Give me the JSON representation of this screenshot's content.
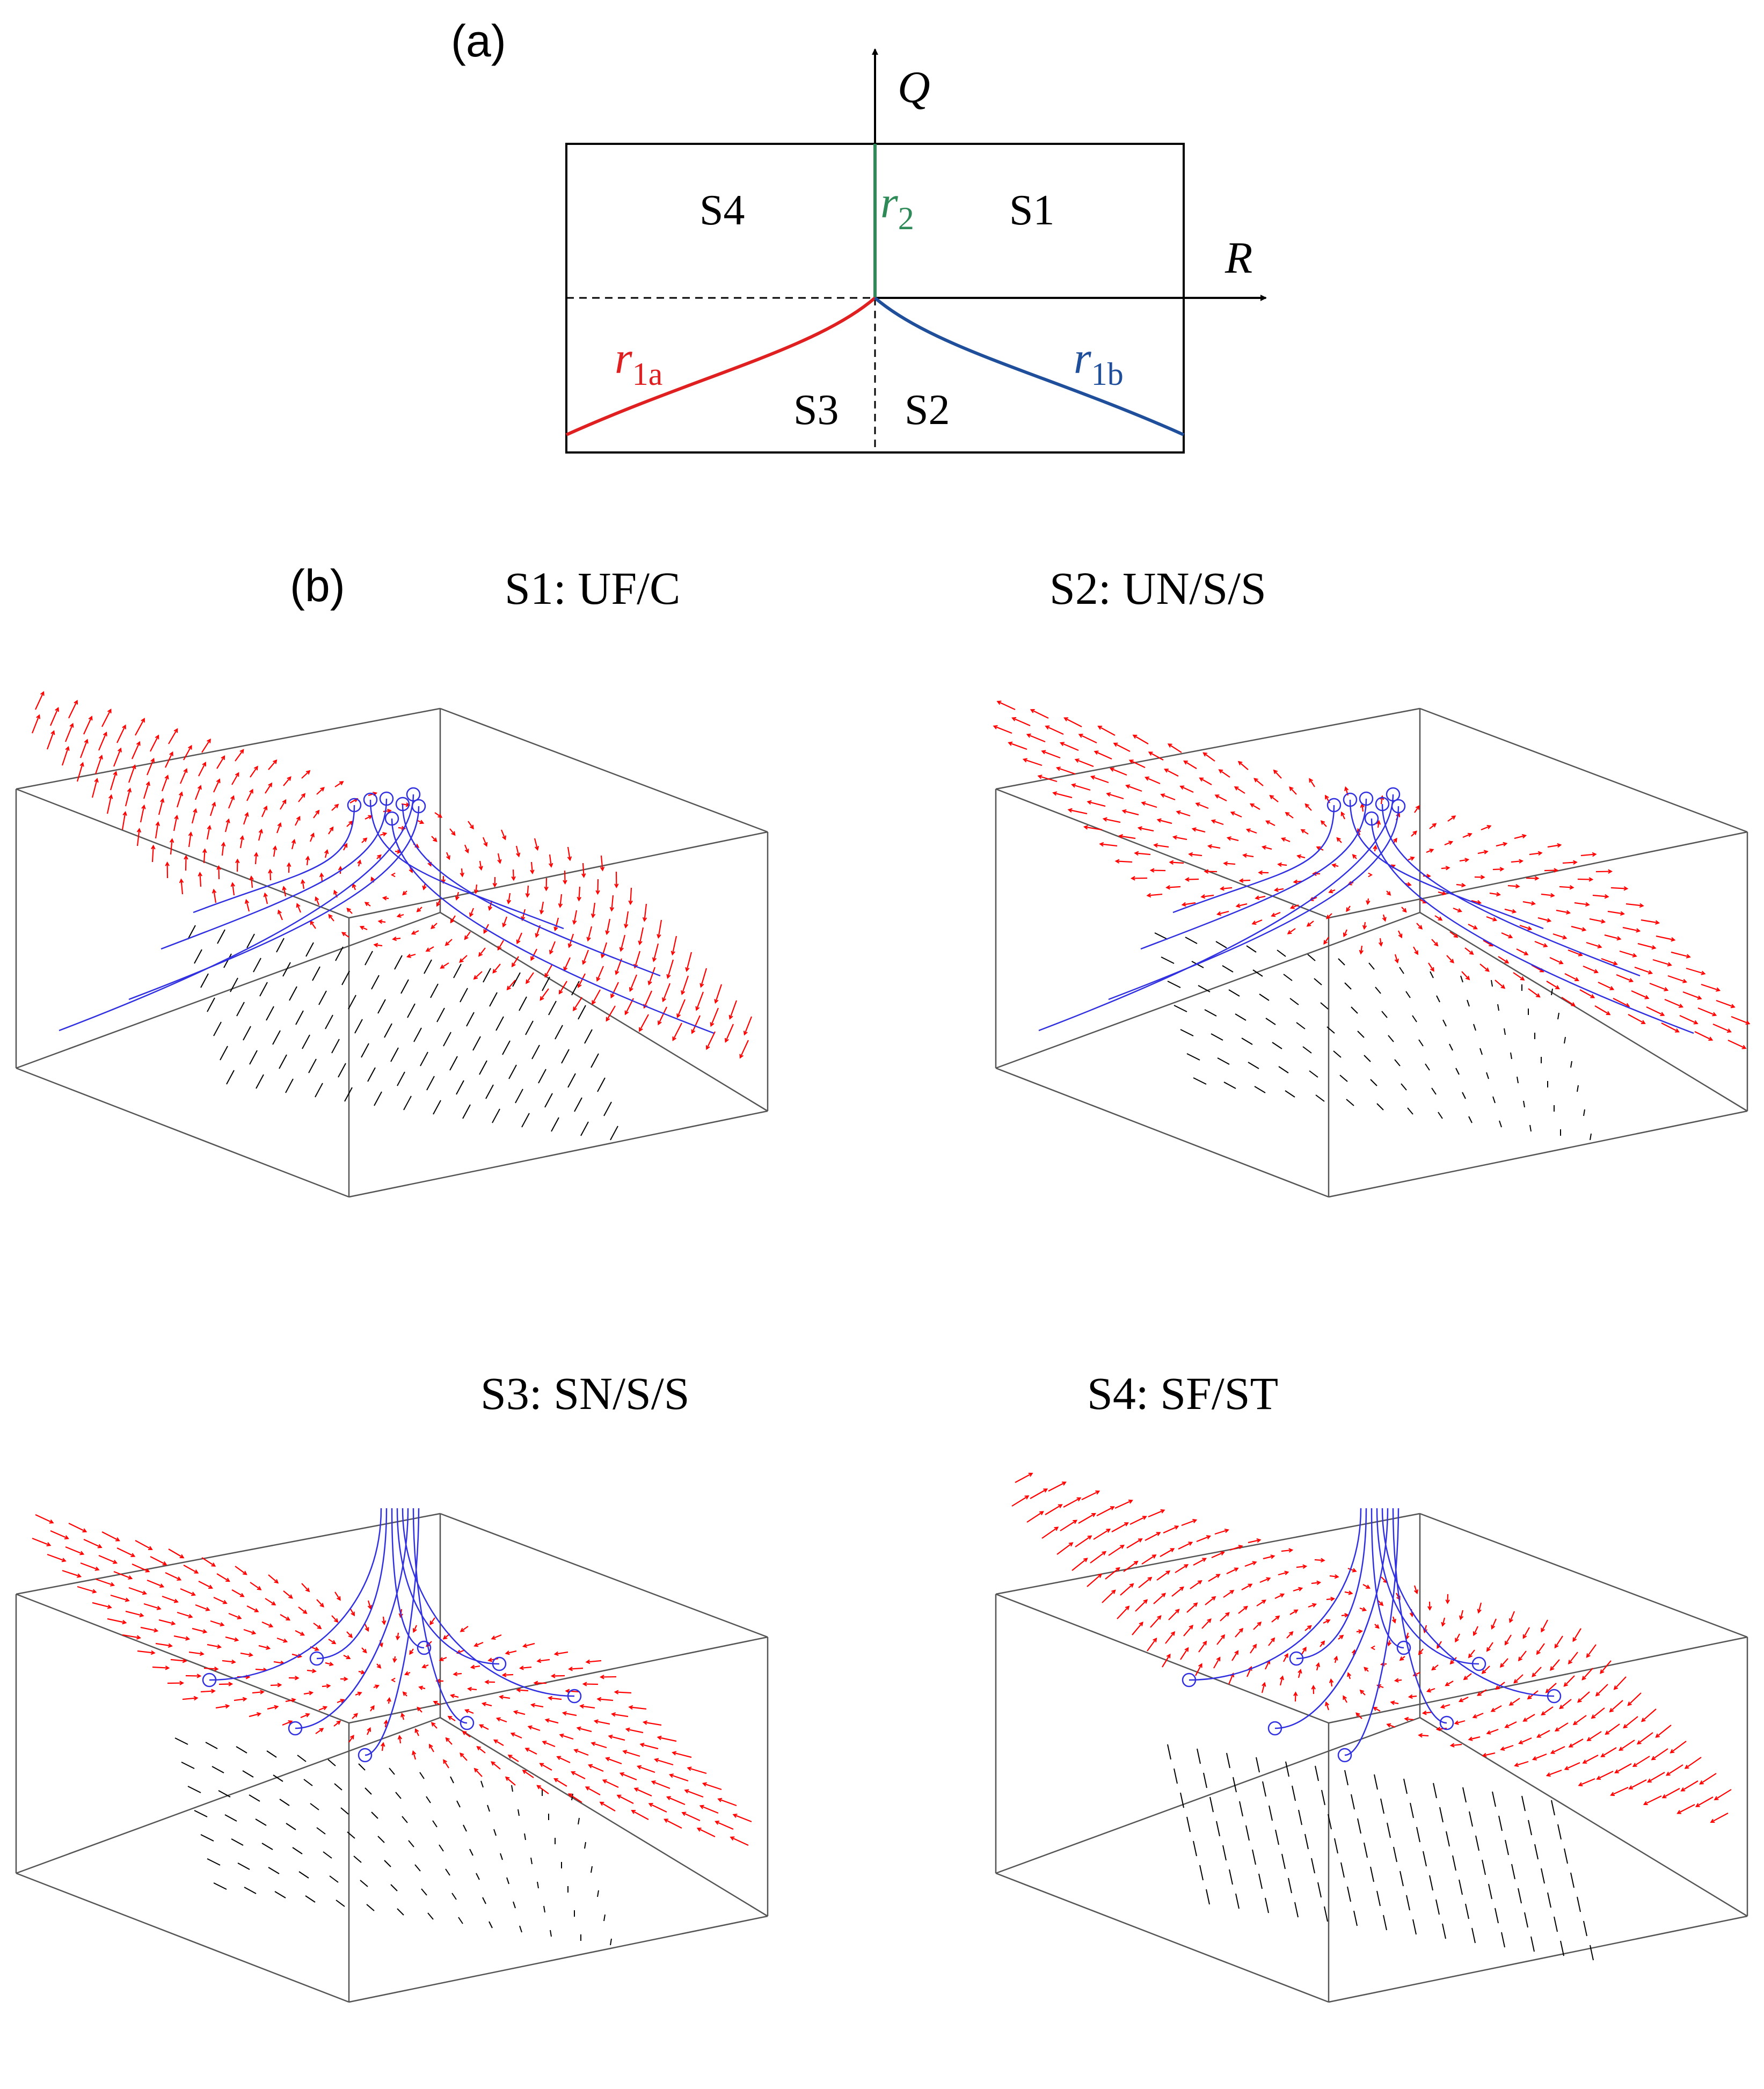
{
  "panel_a": {
    "label": "(a)",
    "axis_q": "Q",
    "axis_r": "R",
    "regions": {
      "s1": "S1",
      "s2": "S2",
      "s3": "S3",
      "s4": "S4"
    },
    "curves": {
      "r2": {
        "symbol": "r",
        "subscript": "2",
        "color": "#2e8b57"
      },
      "r1a": {
        "symbol": "r",
        "subscript": "1a",
        "color": "#e02020"
      },
      "r1b": {
        "symbol": "r",
        "subscript": "1b",
        "color": "#1f4e9a"
      }
    }
  },
  "panel_b": {
    "label": "(b)",
    "plots": [
      {
        "title": "S1: UF/C",
        "region": "S1"
      },
      {
        "title": "S2: UN/S/S",
        "region": "S2"
      },
      {
        "title": "S3: SN/S/S",
        "region": "S3"
      },
      {
        "title": "S4: SF/ST",
        "region": "S4"
      }
    ],
    "colors": {
      "plane_arrows": "#ff0000",
      "volume_arrows": "#000000",
      "streamlines": "#3030e0",
      "box": "#555555"
    }
  }
}
